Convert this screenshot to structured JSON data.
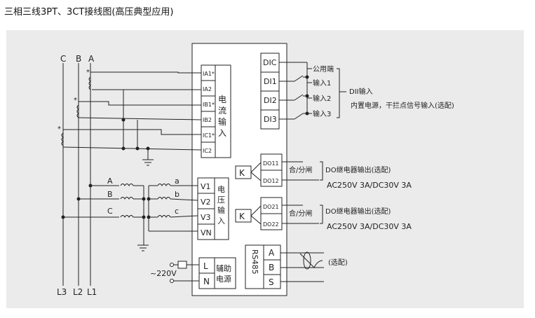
{
  "title": "三相三线3PT、3CT接线图(高压典型应用)",
  "phases_top": [
    "C",
    "B",
    "A"
  ],
  "phases_bottom": [
    "L3",
    "L2",
    "L1"
  ],
  "current_terminals": [
    "IA1*",
    "IA2",
    "IB1*",
    "IB2",
    "IC1*",
    "IC2"
  ],
  "current_label": [
    "电",
    "流",
    "输",
    "入"
  ],
  "voltage_terminals": [
    "V1",
    "V2",
    "V3",
    "VN"
  ],
  "voltage_label": [
    "电",
    "压",
    "输",
    "入"
  ],
  "pt_primary_labels": [
    "A",
    "B",
    "C"
  ],
  "pt_secondary_labels": [
    "a",
    "b",
    "c"
  ],
  "ct_star": "*",
  "di_terminals": [
    "DIC",
    "DI1",
    "DI2",
    "DI3"
  ],
  "di_right_labels": [
    "公用端",
    "输入1",
    "输入2",
    "输入3"
  ],
  "di_title": "DII输入",
  "di_note": "内置电源，干拦点信号输入(选配)",
  "do_groups": [
    {
      "terminals": [
        "DO11",
        "DO12"
      ],
      "switch_label": "合/分闸",
      "title": "DO继电器输出(选配)",
      "rating": "AC250V 3A/DC30V 3A"
    },
    {
      "terminals": [
        "DO21",
        "DO22"
      ],
      "switch_label": "合/分闸",
      "title": "DO继电器输出(选配)",
      "rating": "AC250V 3A/DC30V 3A"
    }
  ],
  "relay_symbol": "K",
  "rs485_label": "RS485",
  "rs485_terminals": [
    "A",
    "B",
    "S"
  ],
  "rs485_note": "(选配)",
  "aux_terminals": [
    "L",
    "N"
  ],
  "aux_label": [
    "辅助",
    "电源"
  ],
  "aux_voltage": "~220V",
  "colors": {
    "panel_bg": "#ebebeb",
    "line": "#222222",
    "box_fill": "#ffffff"
  }
}
